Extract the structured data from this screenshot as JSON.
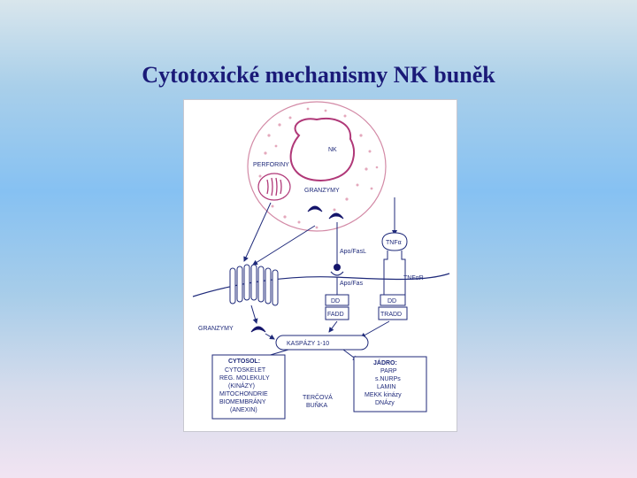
{
  "slide": {
    "title": "Cytotoxické mechanismy NK buněk"
  },
  "diagram": {
    "nk": "NK",
    "perforiny": "PERFORINY",
    "granzymy_top": "GRANZYMY",
    "tnfa": "TNFα",
    "apo_fasl": "Apo/FasL",
    "apo_fas": "Apo/Fas",
    "tnfar": "TNFαR",
    "dd_left": "DD",
    "dd_right": "DD",
    "fadd": "FADD",
    "tradd": "TRADD",
    "granzymy_bottom": "GRANZYMY",
    "kaspazy": "KASPÁZY 1-10",
    "cytosol": {
      "heading": "CYTOSOL:",
      "lines": [
        "CYTOSKELET",
        "REG. MOLEKULY",
        "(KINÁZY)",
        "MITOCHONDRIE",
        "BIOMEMBRÁNY",
        "(ANEXIN)"
      ]
    },
    "tercova": [
      "TERČOVÁ",
      "BUŇKA"
    ],
    "jadro": {
      "heading": "JÁDRO:",
      "lines": [
        "PARP",
        "s.NURPs",
        "LAMIN",
        "MEKK kinázy",
        "DNÁzy"
      ]
    },
    "colors": {
      "ink": "#1f2a7a",
      "dots": "#e4a8bc",
      "dark": "#14146a"
    }
  }
}
